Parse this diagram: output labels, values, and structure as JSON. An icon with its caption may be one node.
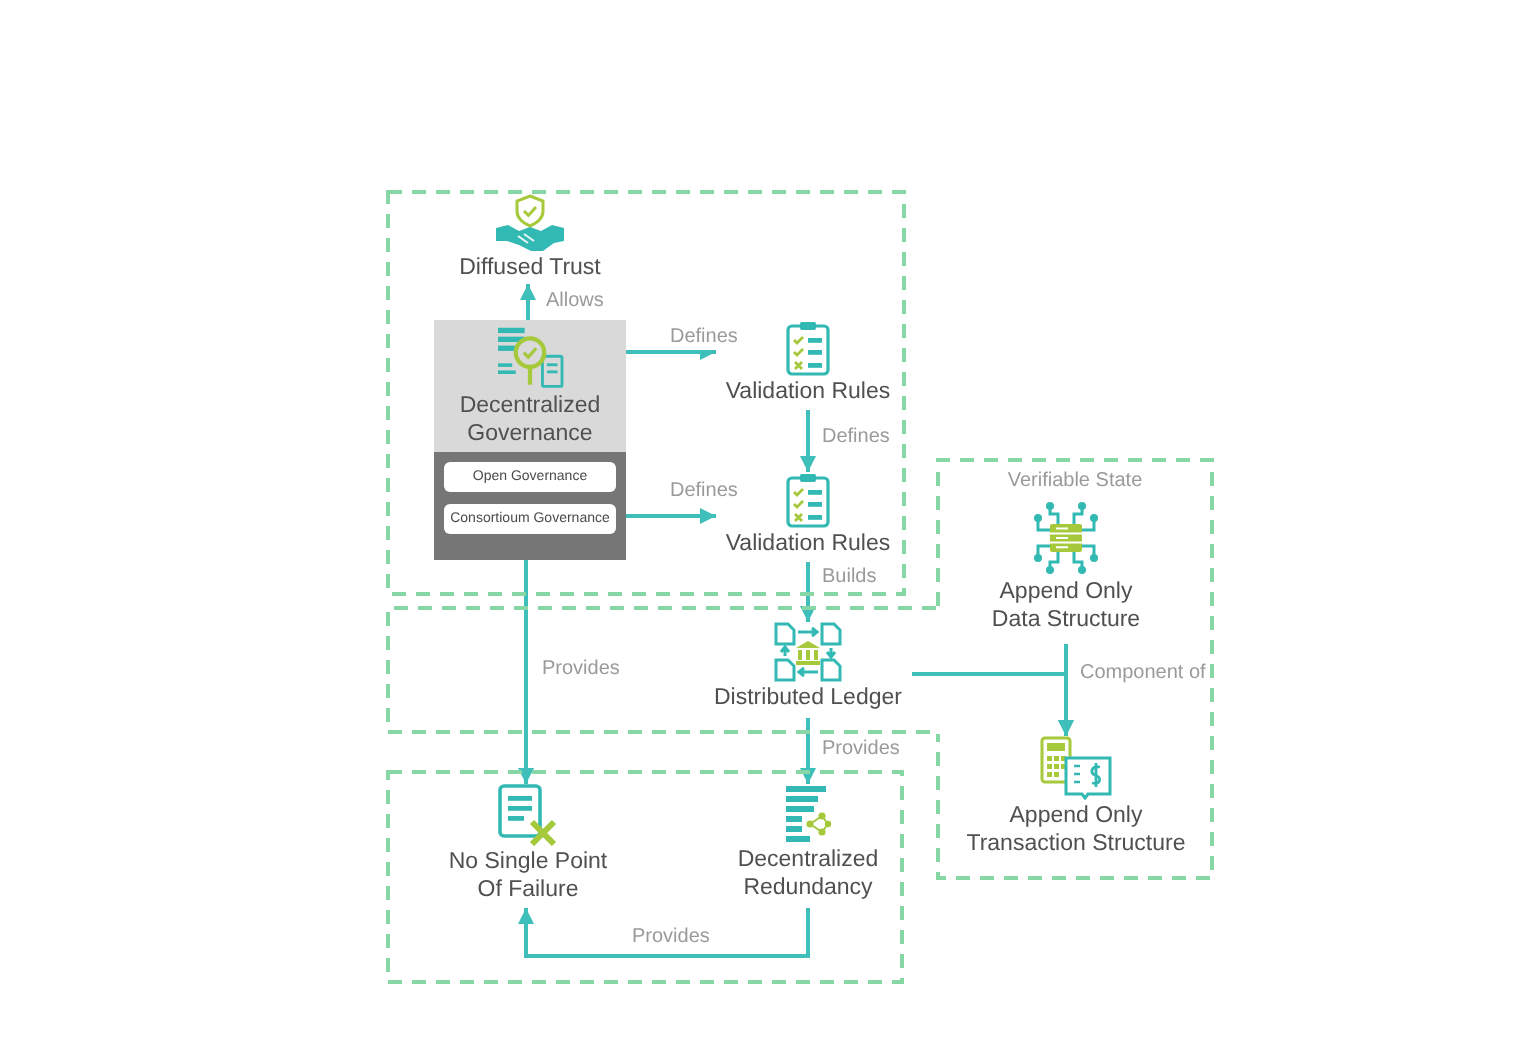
{
  "diagram": {
    "nodes": [
      {
        "text": [],
        "shape": "box"
      },
      {
        "text": [
          "Diffused Trust"
        ],
        "in": 0
      },
      {
        "text": [
          "Decentralized Governance"
        ],
        "in": 0
      },
      {
        "text": [
          "Open Governance"
        ],
        "in": 2
      },
      {
        "text": [
          "Consortioum Governance"
        ],
        "in": 2
      },
      {
        "text": [
          "Validation Rules"
        ],
        "in": 0
      },
      {
        "text": [
          "Validation Rules"
        ],
        "in": 0
      },
      {
        "text": [
          "Verifiable State"
        ]
      },
      {
        "text": [
          "Append Only Data Structure"
        ],
        "in": 7
      },
      {
        "text": [],
        "shape": "box"
      },
      {
        "text": [
          "Distributed Ledger"
        ],
        "in": 9
      },
      {
        "text": [
          "Append Only Transaction Structure"
        ],
        "in": 7
      },
      {
        "text": [],
        "shape": "box"
      },
      {
        "text": [
          "No Single Point Of Failure"
        ],
        "in": 12
      },
      {
        "text": [
          "Decentralized Redundancy"
        ],
        "in": 12
      }
    ],
    "edges": [
      {
        "from": 2,
        "to": 1,
        "arrow": "to",
        "label": "Allows"
      },
      {
        "from": 2,
        "to": 5,
        "arrow": "to",
        "label": "Defines"
      },
      {
        "from": 5,
        "to": 6,
        "arrow": "to",
        "label": "Defines"
      },
      {
        "from": 2,
        "to": 6,
        "arrow": "to",
        "label": "Defines"
      },
      {
        "from": 6,
        "to": 10,
        "arrow": "to",
        "label": "Builds"
      },
      {
        "from": 10,
        "to": 11,
        "arrow": "to"
      },
      {
        "from": 8,
        "to": 11,
        "arrow": "to",
        "label": "Component of"
      },
      {
        "from": 2,
        "to": 13,
        "arrow": "to",
        "label": "Provides"
      },
      {
        "from": 10,
        "to": 14,
        "arrow": "to",
        "label": "Provides"
      },
      {
        "from": 14,
        "to": 13,
        "arrow": "to",
        "label": "Provides"
      }
    ]
  }
}
